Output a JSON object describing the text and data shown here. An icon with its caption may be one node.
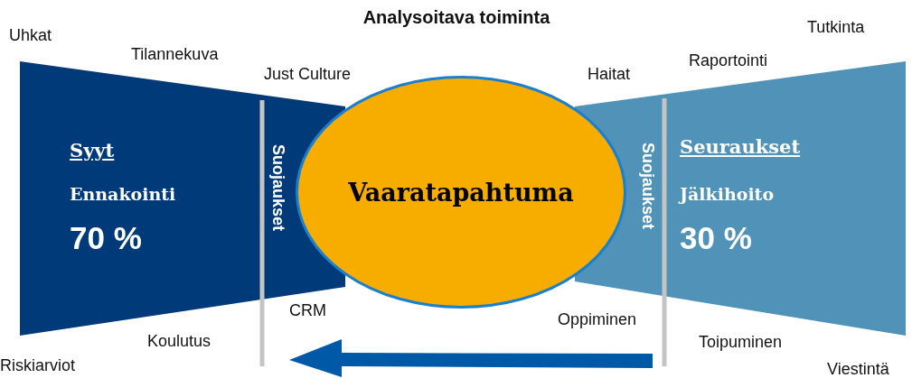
{
  "diagram": {
    "title": "Analysoitava toiminta",
    "nodes": [
      {
        "text": [
          "Syyt",
          "Ennakointi",
          "70 %"
        ]
      },
      {
        "text": [
          "Seuraukset",
          "Jälkihoito",
          "30 %"
        ]
      },
      {
        "text": [
          "Vaaratapahtuma"
        ]
      }
    ],
    "edges": [],
    "labels": [
      "Uhkat",
      "Tutkinta",
      "Tilannekuva",
      "Raportointi",
      "Just Culture",
      "Haitat",
      "Suojaukset",
      "Suojaukset",
      "CRM",
      "Oppiminen",
      "Koulutus",
      "Toipuminen",
      "Riskiarviot",
      "Viestintä"
    ]
  }
}
